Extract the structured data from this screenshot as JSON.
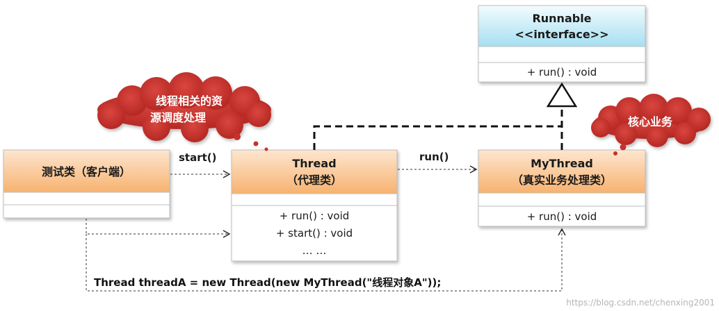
{
  "classes": {
    "runnable": {
      "name": "Runnable",
      "stereotype": "<<interface>>",
      "method": "+ run() : void"
    },
    "thread": {
      "name": "Thread",
      "subtitle": "（代理类）",
      "methods": [
        "+ run() : void",
        "+ start() : void",
        "… …"
      ]
    },
    "mythread": {
      "name": "MyThread",
      "subtitle": "（真实业务处理类）",
      "method": "+ run() : void"
    },
    "client": {
      "name": "测试类（客户端）"
    }
  },
  "arrows": {
    "start_label": "start()",
    "run_label": "run()"
  },
  "clouds": {
    "thread_note": [
      "线程相关的资",
      "源调度处理"
    ],
    "mythread_note": "核心业务"
  },
  "code_line": "Thread threadA = new Thread(new MyThread(\"线程对象A\"));",
  "watermark": "https://blog.csdn.net/chenxing2001",
  "colors": {
    "orange_top": "#fde3c9",
    "orange_bottom": "#f8b676",
    "interface_top": "#f1fbfe",
    "interface_bottom": "#a9e1f2",
    "cloud": "#c9302c",
    "border": "#bdbdbd"
  }
}
